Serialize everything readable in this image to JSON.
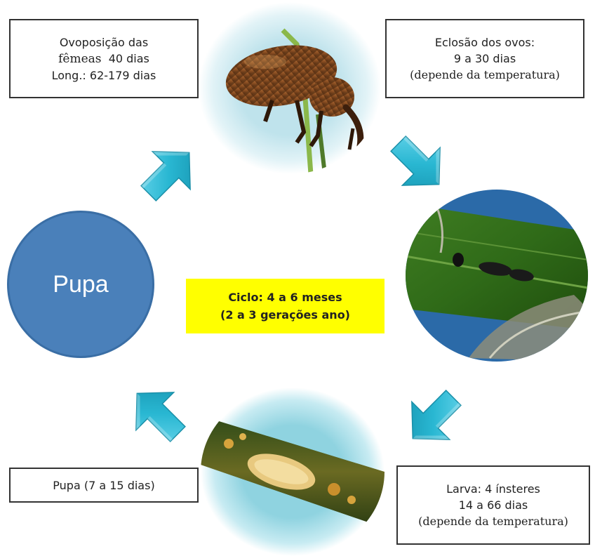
{
  "stages": {
    "adult": {
      "line1": "Ovoposição das",
      "line2_word": "fêmeas",
      "line2_rest": "40 dias",
      "line3": "Long.: 62-179 dias"
    },
    "eggs": {
      "line1": "Eclosão dos ovos:",
      "line2": "9 a 30 dias",
      "line3": "(depende da temperatura)"
    },
    "larva": {
      "line1": "Larva: 4 ínsteres",
      "line2": "14 a 66 dias",
      "line3": "(depende da temperatura)"
    },
    "pupa": {
      "label": "Pupa (7 a 15 dias)"
    }
  },
  "pupa_circle": {
    "label": "Pupa"
  },
  "center": {
    "line1": "Ciclo: 4 a 6 meses",
    "line2": "(2 a 3 gerações ano)"
  },
  "icons": {
    "arrow": "cycle-arrow-icon",
    "arrow_color": "#29b7d2"
  }
}
